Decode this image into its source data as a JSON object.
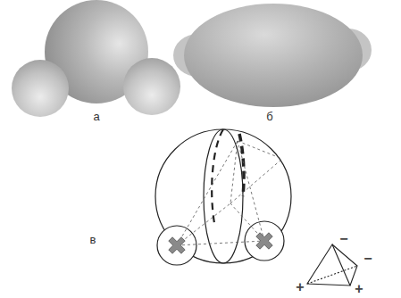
{
  "diagram": {
    "labels": [
      "а",
      "б",
      "в",
      "−",
      "−",
      "+",
      "+"
    ]
  }
}
